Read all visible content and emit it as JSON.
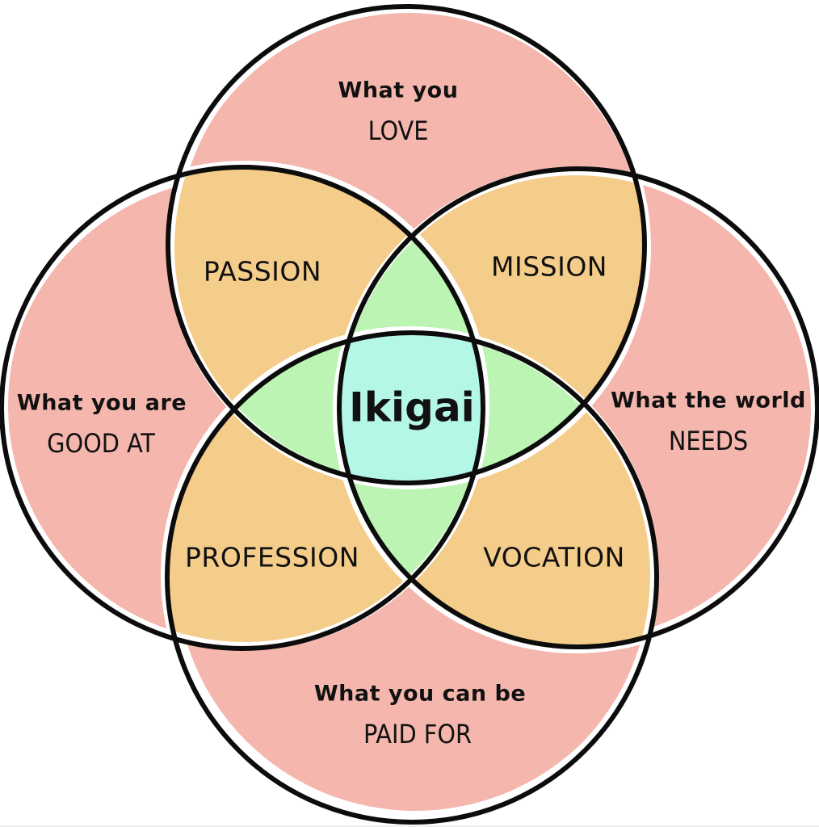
{
  "title": "Ikigai",
  "colors": {
    "outer": "#F4B6AD",
    "pair": "#F5CD8A",
    "triple": "#BCF5B3",
    "center": "#B5F7E6",
    "outline": "#0c0c0c",
    "background": "#ffffff"
  },
  "circles": [
    {
      "id": "love",
      "line1": "What you",
      "line2": "LOVE"
    },
    {
      "id": "good_at",
      "line1": "What you are",
      "line2": "GOOD AT"
    },
    {
      "id": "world_needs",
      "line1": "What the world",
      "line2": "NEEDS"
    },
    {
      "id": "paid_for",
      "line1": "What you can be",
      "line2": "PAID FOR"
    }
  ],
  "intersections": {
    "passion": "PASSION",
    "mission": "MISSION",
    "profession": "PROFESSION",
    "vocation": "VOCATION"
  },
  "center_label": "Ikigai"
}
